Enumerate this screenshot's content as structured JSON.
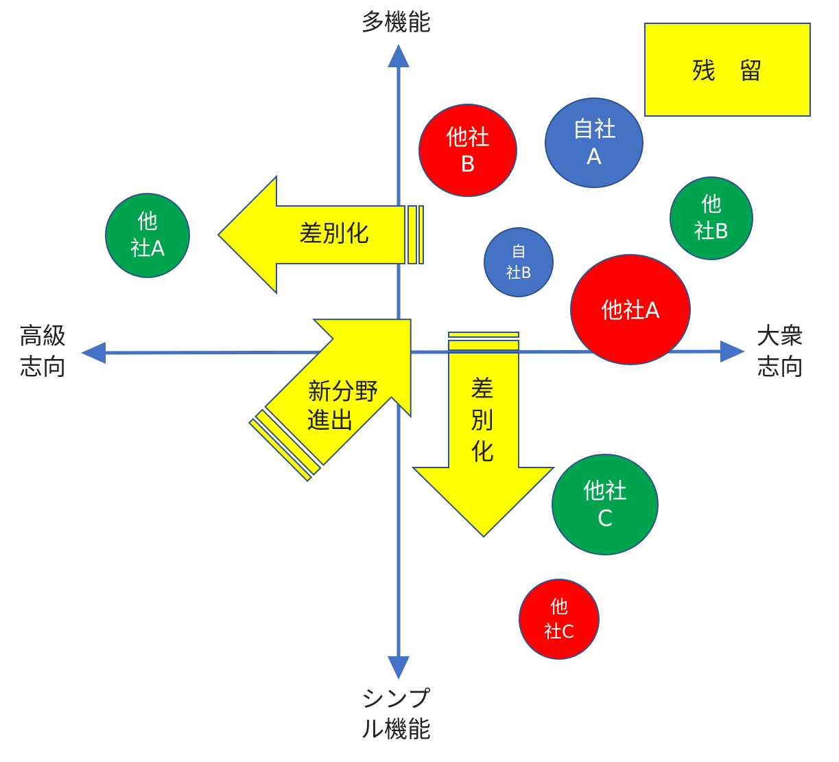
{
  "colors": {
    "axis": "#4472c4",
    "red": "#ff0000",
    "blue": "#4472c4",
    "green": "#00a44f",
    "yellow": "#ffff00",
    "outline": "#2f528f"
  },
  "axes": {
    "top": [
      "多機能"
    ],
    "bottom": [
      "シンプ",
      "ル機能"
    ],
    "left": [
      "高級",
      "志向"
    ],
    "right": [
      "大衆",
      "志向"
    ]
  },
  "status_box": {
    "label": "残　留"
  },
  "circles": [
    {
      "id": "other-b-red",
      "lines": [
        "他社",
        "B"
      ],
      "color": "red"
    },
    {
      "id": "own-a",
      "lines": [
        "自社",
        "A"
      ],
      "color": "blue"
    },
    {
      "id": "other-b-green",
      "lines": [
        "他",
        "社B"
      ],
      "color": "green"
    },
    {
      "id": "other-a-green",
      "lines": [
        "他",
        "社A"
      ],
      "color": "green"
    },
    {
      "id": "own-b",
      "lines": [
        "自",
        "社B"
      ],
      "color": "blue"
    },
    {
      "id": "other-a-red",
      "lines": [
        "他社A"
      ],
      "color": "red"
    },
    {
      "id": "other-c-green",
      "lines": [
        "他社",
        "C"
      ],
      "color": "green"
    },
    {
      "id": "other-c-red",
      "lines": [
        "他",
        "社C"
      ],
      "color": "red"
    }
  ],
  "arrows": [
    {
      "id": "differentiate-left",
      "lines": [
        "差別化"
      ]
    },
    {
      "id": "new-field",
      "lines": [
        "新分野",
        "進出"
      ]
    },
    {
      "id": "differentiate-down",
      "lines": [
        "差",
        "別",
        "化"
      ]
    }
  ]
}
